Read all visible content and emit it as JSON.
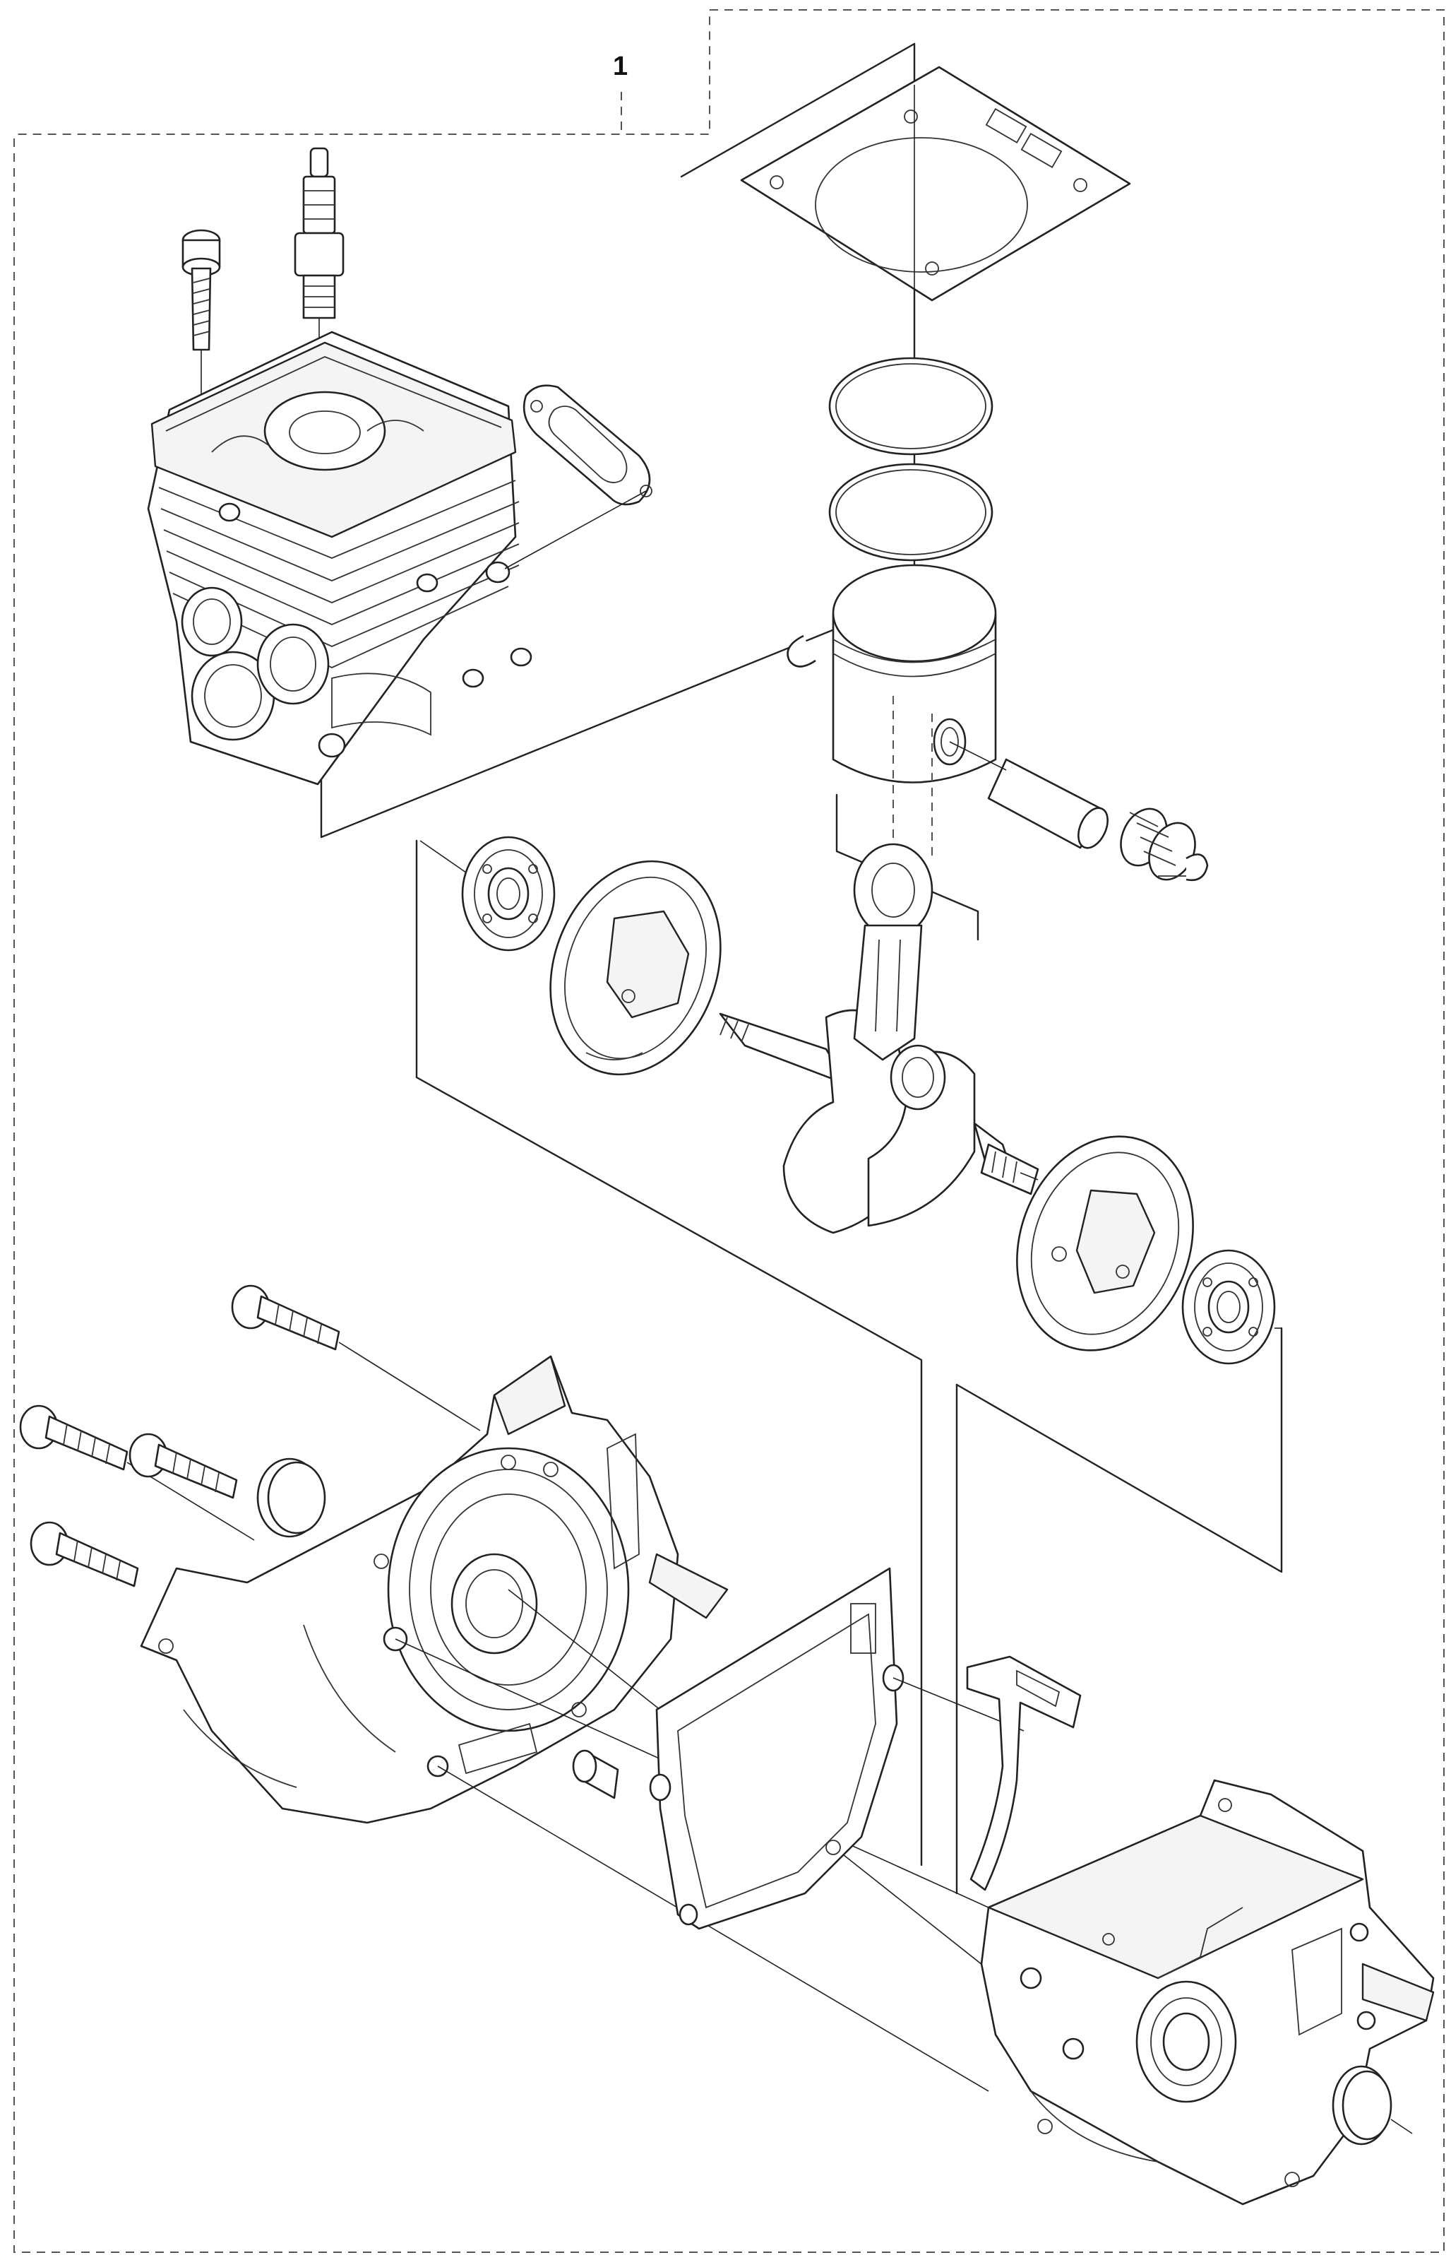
{
  "diagram": {
    "callouts": [
      {
        "id": "group-1",
        "label": "1"
      }
    ],
    "parts": [
      "spark-plug",
      "cylinder-screw",
      "cylinder",
      "exhaust-gasket",
      "cylinder-base-gasket",
      "piston-ring-upper",
      "piston-ring-lower",
      "piston",
      "circlip-left",
      "circlip-right",
      "piston-pin",
      "needle-bearing",
      "connecting-rod",
      "crankshaft",
      "flywheel-half-left",
      "flywheel-half-right",
      "ball-bearing-left",
      "ball-bearing-right",
      "crankcase-left",
      "crankcase-right",
      "crankcase-gasket",
      "guide-sleeve-a",
      "guide-sleeve-b",
      "seal-ring-left",
      "seal-ring-right",
      "crankcase-screws",
      "retainer-bracket"
    ]
  }
}
